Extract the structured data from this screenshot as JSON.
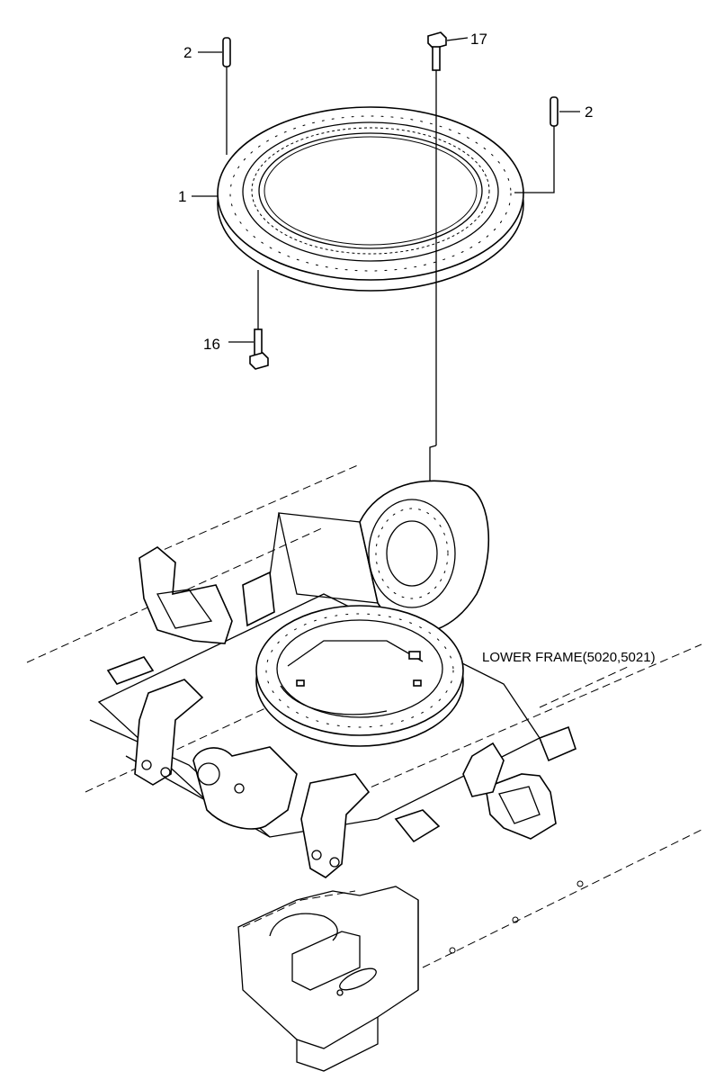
{
  "callouts": {
    "pin_left": "2",
    "bolt_top": "17",
    "pin_right": "2",
    "bearing": "1",
    "bolt_bottom": "16"
  },
  "frame_label": "LOWER FRAME(5020,5021)",
  "icons": {
    "bearing": "swing-bearing-ring",
    "pin": "dowel-pin",
    "bolt": "hex-bolt",
    "frame": "lower-frame-assembly"
  }
}
